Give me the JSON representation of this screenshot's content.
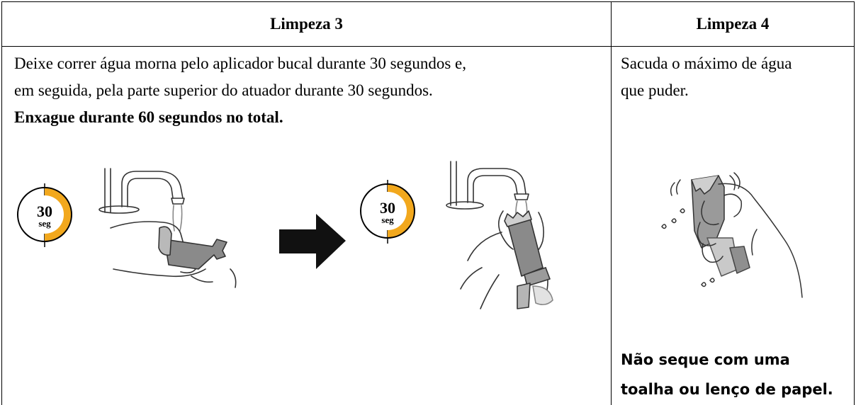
{
  "columns": [
    {
      "heading": "Limpeza 3",
      "lines": [
        "Deixe correr água morna pelo aplicador bucal durante 30 segundos e,",
        "em seguida, pela parte superior do atuador durante 30 segundos."
      ],
      "bold_line": "Enxague durante 60 segundos no total.",
      "timers": [
        {
          "value": "30",
          "unit": "seg",
          "fraction": 0.5
        },
        {
          "value": "30",
          "unit": "seg",
          "fraction": 0.5
        }
      ]
    },
    {
      "heading": "Limpeza 4",
      "lines": [
        "Sacuda o máximo de água",
        "que puder."
      ],
      "warning_lines": [
        "Não seque com uma",
        "toalha ou lenço de papel."
      ]
    }
  ],
  "colors": {
    "timer_fill": "#f2a81d",
    "line_art": "#333333",
    "device_gray": "#8a8a8a",
    "arrow": "#111111"
  }
}
